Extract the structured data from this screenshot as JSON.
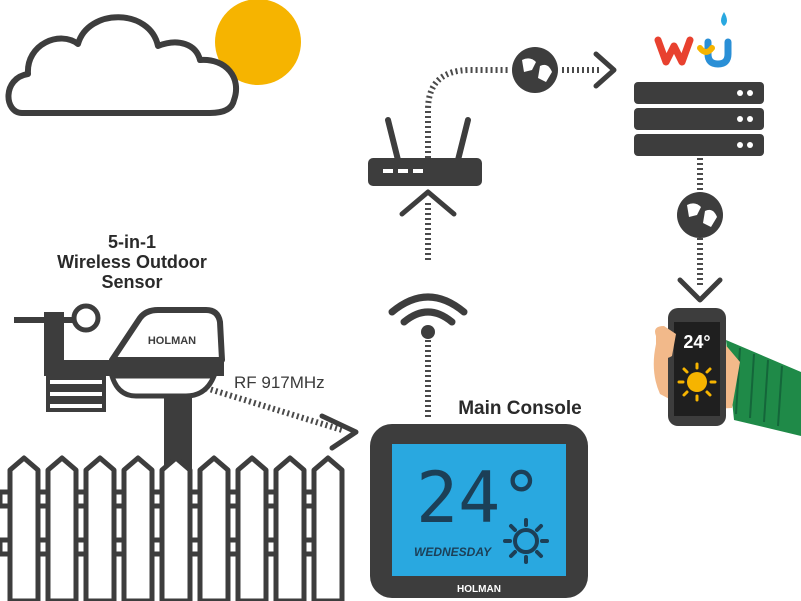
{
  "sensor": {
    "label_lines": [
      "5-in-1",
      "Wireless Outdoor",
      "Sensor"
    ],
    "brand": "HOLMAN"
  },
  "link": {
    "rf_label": "RF 917MHz"
  },
  "console": {
    "title": "Main Console",
    "temperature": "24°",
    "day": "WEDNESDAY",
    "brand": "HOLMAN"
  },
  "phone": {
    "temperature": "24°"
  },
  "cloud_service": {
    "logo_text": "wu"
  },
  "colors": {
    "dark": "#3d3d3d",
    "sun": "#f6b400",
    "lcd": "#29a8e0",
    "sleeve": "#1f8a48",
    "skin": "#f2b98a"
  },
  "icons": [
    "cloud-icon",
    "sun-icon",
    "router-icon",
    "globe-icon",
    "server-icon",
    "wifi-icon",
    "phone-icon",
    "fence-icon",
    "weather-sensor-icon",
    "console-icon",
    "hand-icon"
  ]
}
